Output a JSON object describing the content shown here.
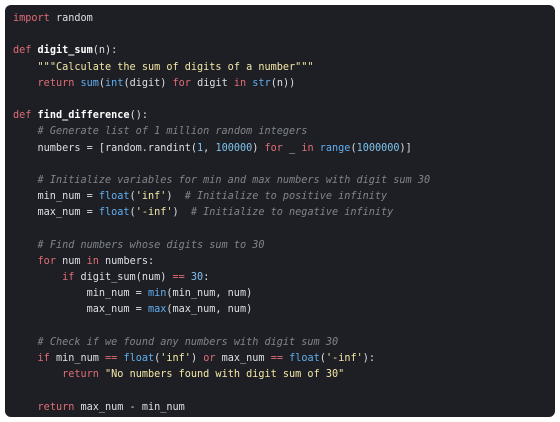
{
  "code_lines": [
    [
      {
        "t": "kw",
        "v": "import"
      },
      {
        "t": "op",
        "v": " random"
      }
    ],
    [],
    [
      {
        "t": "kw",
        "v": "def"
      },
      {
        "t": "op",
        "v": " "
      },
      {
        "t": "fn",
        "v": "digit_sum"
      },
      {
        "t": "op",
        "v": "(n):"
      }
    ],
    [
      {
        "t": "op",
        "v": "    "
      },
      {
        "t": "str",
        "v": "\"\"\"Calculate the sum of digits of a number\"\"\""
      }
    ],
    [
      {
        "t": "op",
        "v": "    "
      },
      {
        "t": "kw",
        "v": "return"
      },
      {
        "t": "op",
        "v": " "
      },
      {
        "t": "bi",
        "v": "sum"
      },
      {
        "t": "op",
        "v": "("
      },
      {
        "t": "bi",
        "v": "int"
      },
      {
        "t": "op",
        "v": "(digit) "
      },
      {
        "t": "kw",
        "v": "for"
      },
      {
        "t": "op",
        "v": " digit "
      },
      {
        "t": "kw",
        "v": "in"
      },
      {
        "t": "op",
        "v": " "
      },
      {
        "t": "bi",
        "v": "str"
      },
      {
        "t": "op",
        "v": "(n))"
      }
    ],
    [],
    [
      {
        "t": "kw",
        "v": "def"
      },
      {
        "t": "op",
        "v": " "
      },
      {
        "t": "fn",
        "v": "find_difference"
      },
      {
        "t": "op",
        "v": "():"
      }
    ],
    [
      {
        "t": "op",
        "v": "    "
      },
      {
        "t": "cm",
        "v": "# Generate list of 1 million random integers"
      }
    ],
    [
      {
        "t": "op",
        "v": "    numbers = [random.randint("
      },
      {
        "t": "num",
        "v": "1"
      },
      {
        "t": "op",
        "v": ", "
      },
      {
        "t": "num",
        "v": "100000"
      },
      {
        "t": "op",
        "v": ") "
      },
      {
        "t": "kw",
        "v": "for"
      },
      {
        "t": "op",
        "v": " _ "
      },
      {
        "t": "kw",
        "v": "in"
      },
      {
        "t": "op",
        "v": " "
      },
      {
        "t": "bi",
        "v": "range"
      },
      {
        "t": "op",
        "v": "("
      },
      {
        "t": "num",
        "v": "1000000"
      },
      {
        "t": "op",
        "v": ")]"
      }
    ],
    [],
    [
      {
        "t": "op",
        "v": "    "
      },
      {
        "t": "cm",
        "v": "# Initialize variables for min and max numbers with digit sum 30"
      }
    ],
    [
      {
        "t": "op",
        "v": "    min_num = "
      },
      {
        "t": "bi",
        "v": "float"
      },
      {
        "t": "op",
        "v": "("
      },
      {
        "t": "str",
        "v": "'inf'"
      },
      {
        "t": "op",
        "v": ")  "
      },
      {
        "t": "cm",
        "v": "# Initialize to positive infinity"
      }
    ],
    [
      {
        "t": "op",
        "v": "    max_num = "
      },
      {
        "t": "bi",
        "v": "float"
      },
      {
        "t": "op",
        "v": "("
      },
      {
        "t": "str",
        "v": "'-inf'"
      },
      {
        "t": "op",
        "v": ")  "
      },
      {
        "t": "cm",
        "v": "# Initialize to negative infinity"
      }
    ],
    [],
    [
      {
        "t": "op",
        "v": "    "
      },
      {
        "t": "cm",
        "v": "# Find numbers whose digits sum to 30"
      }
    ],
    [
      {
        "t": "op",
        "v": "    "
      },
      {
        "t": "kw",
        "v": "for"
      },
      {
        "t": "op",
        "v": " num "
      },
      {
        "t": "kw",
        "v": "in"
      },
      {
        "t": "op",
        "v": " numbers:"
      }
    ],
    [
      {
        "t": "op",
        "v": "        "
      },
      {
        "t": "kw",
        "v": "if"
      },
      {
        "t": "op",
        "v": " digit_sum(num) "
      },
      {
        "t": "kw",
        "v": "=="
      },
      {
        "t": "op",
        "v": " "
      },
      {
        "t": "num",
        "v": "30"
      },
      {
        "t": "op",
        "v": ":"
      }
    ],
    [
      {
        "t": "op",
        "v": "            min_num = "
      },
      {
        "t": "bi",
        "v": "min"
      },
      {
        "t": "op",
        "v": "(min_num, num)"
      }
    ],
    [
      {
        "t": "op",
        "v": "            max_num = "
      },
      {
        "t": "bi",
        "v": "max"
      },
      {
        "t": "op",
        "v": "(max_num, num)"
      }
    ],
    [],
    [
      {
        "t": "op",
        "v": "    "
      },
      {
        "t": "cm",
        "v": "# Check if we found any numbers with digit sum 30"
      }
    ],
    [
      {
        "t": "op",
        "v": "    "
      },
      {
        "t": "kw",
        "v": "if"
      },
      {
        "t": "op",
        "v": " min_num "
      },
      {
        "t": "kw",
        "v": "=="
      },
      {
        "t": "op",
        "v": " "
      },
      {
        "t": "bi",
        "v": "float"
      },
      {
        "t": "op",
        "v": "("
      },
      {
        "t": "str",
        "v": "'inf'"
      },
      {
        "t": "op",
        "v": ") "
      },
      {
        "t": "kw",
        "v": "or"
      },
      {
        "t": "op",
        "v": " max_num "
      },
      {
        "t": "kw",
        "v": "=="
      },
      {
        "t": "op",
        "v": " "
      },
      {
        "t": "bi",
        "v": "float"
      },
      {
        "t": "op",
        "v": "("
      },
      {
        "t": "str",
        "v": "'-inf'"
      },
      {
        "t": "op",
        "v": "):"
      }
    ],
    [
      {
        "t": "op",
        "v": "        "
      },
      {
        "t": "kw",
        "v": "return"
      },
      {
        "t": "op",
        "v": " "
      },
      {
        "t": "str",
        "v": "\"No numbers found with digit sum of 30\""
      }
    ],
    [],
    [
      {
        "t": "op",
        "v": "    "
      },
      {
        "t": "kw",
        "v": "return"
      },
      {
        "t": "op",
        "v": " max_num - min_num"
      }
    ]
  ],
  "colors": {
    "background": "#1e1f24",
    "keyword": "#e06c75",
    "function_name": "#ffffff",
    "builtin": "#61afef",
    "string": "#f3e7a6",
    "number": "#7ec3ee",
    "comment": "#7f848e",
    "text": "#dcdfe4"
  }
}
